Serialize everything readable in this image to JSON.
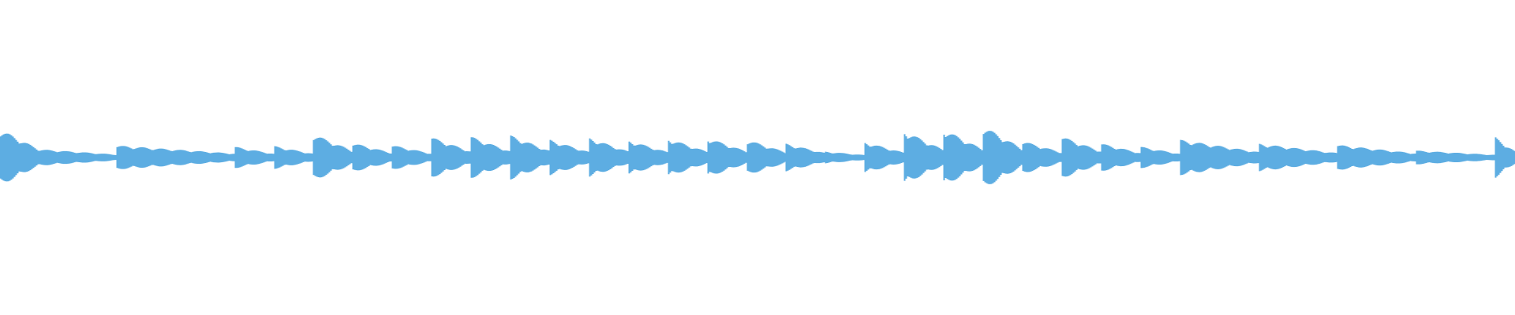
{
  "waveform": {
    "color": "#5DADE2",
    "background": "#FFFFFF",
    "duration_fraction_visible": 1.0,
    "segments": [
      {
        "start": 0.0,
        "end": 0.026,
        "peak": 0.085
      },
      {
        "start": 0.026,
        "end": 0.077,
        "peak": 0.022
      },
      {
        "start": 0.077,
        "end": 0.155,
        "peak": 0.034
      },
      {
        "start": 0.155,
        "end": 0.181,
        "peak": 0.03
      },
      {
        "start": 0.181,
        "end": 0.207,
        "peak": 0.032
      },
      {
        "start": 0.207,
        "end": 0.233,
        "peak": 0.07
      },
      {
        "start": 0.233,
        "end": 0.259,
        "peak": 0.042
      },
      {
        "start": 0.259,
        "end": 0.285,
        "peak": 0.035
      },
      {
        "start": 0.285,
        "end": 0.311,
        "peak": 0.06
      },
      {
        "start": 0.311,
        "end": 0.337,
        "peak": 0.062
      },
      {
        "start": 0.337,
        "end": 0.363,
        "peak": 0.066
      },
      {
        "start": 0.363,
        "end": 0.389,
        "peak": 0.052
      },
      {
        "start": 0.389,
        "end": 0.415,
        "peak": 0.058
      },
      {
        "start": 0.415,
        "end": 0.441,
        "peak": 0.05
      },
      {
        "start": 0.441,
        "end": 0.467,
        "peak": 0.056
      },
      {
        "start": 0.467,
        "end": 0.493,
        "peak": 0.058
      },
      {
        "start": 0.493,
        "end": 0.519,
        "peak": 0.052
      },
      {
        "start": 0.519,
        "end": 0.545,
        "peak": 0.04
      },
      {
        "start": 0.545,
        "end": 0.571,
        "peak": 0.015
      },
      {
        "start": 0.571,
        "end": 0.597,
        "peak": 0.045
      },
      {
        "start": 0.597,
        "end": 0.623,
        "peak": 0.08
      },
      {
        "start": 0.623,
        "end": 0.649,
        "peak": 0.085
      },
      {
        "start": 0.649,
        "end": 0.675,
        "peak": 0.095
      },
      {
        "start": 0.675,
        "end": 0.701,
        "peak": 0.048
      },
      {
        "start": 0.701,
        "end": 0.727,
        "peak": 0.062
      },
      {
        "start": 0.727,
        "end": 0.753,
        "peak": 0.04
      },
      {
        "start": 0.753,
        "end": 0.779,
        "peak": 0.03
      },
      {
        "start": 0.779,
        "end": 0.831,
        "peak": 0.052
      },
      {
        "start": 0.831,
        "end": 0.883,
        "peak": 0.04
      },
      {
        "start": 0.883,
        "end": 0.935,
        "peak": 0.036
      },
      {
        "start": 0.935,
        "end": 0.987,
        "peak": 0.018
      },
      {
        "start": 0.987,
        "end": 1.0,
        "peak": 0.06
      }
    ]
  }
}
